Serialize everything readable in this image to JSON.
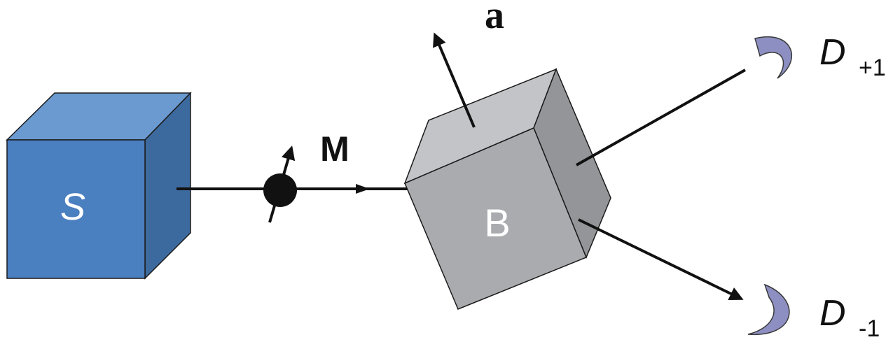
{
  "labels": {
    "source": "S",
    "particle": "M",
    "axis": "a",
    "device": "B",
    "detector_plus_main": "D",
    "detector_plus_sub": "+1",
    "detector_minus_main": "D",
    "detector_minus_sub": "-1"
  },
  "colors": {
    "source_front": "#4a7fc0",
    "source_top": "#6b9ad0",
    "source_side": "#3d6a9e",
    "device_front": "#a9abae",
    "device_top": "#c2c4c7",
    "device_side": "#939598",
    "detector": "#8d8fc2",
    "ink": "#111111"
  }
}
